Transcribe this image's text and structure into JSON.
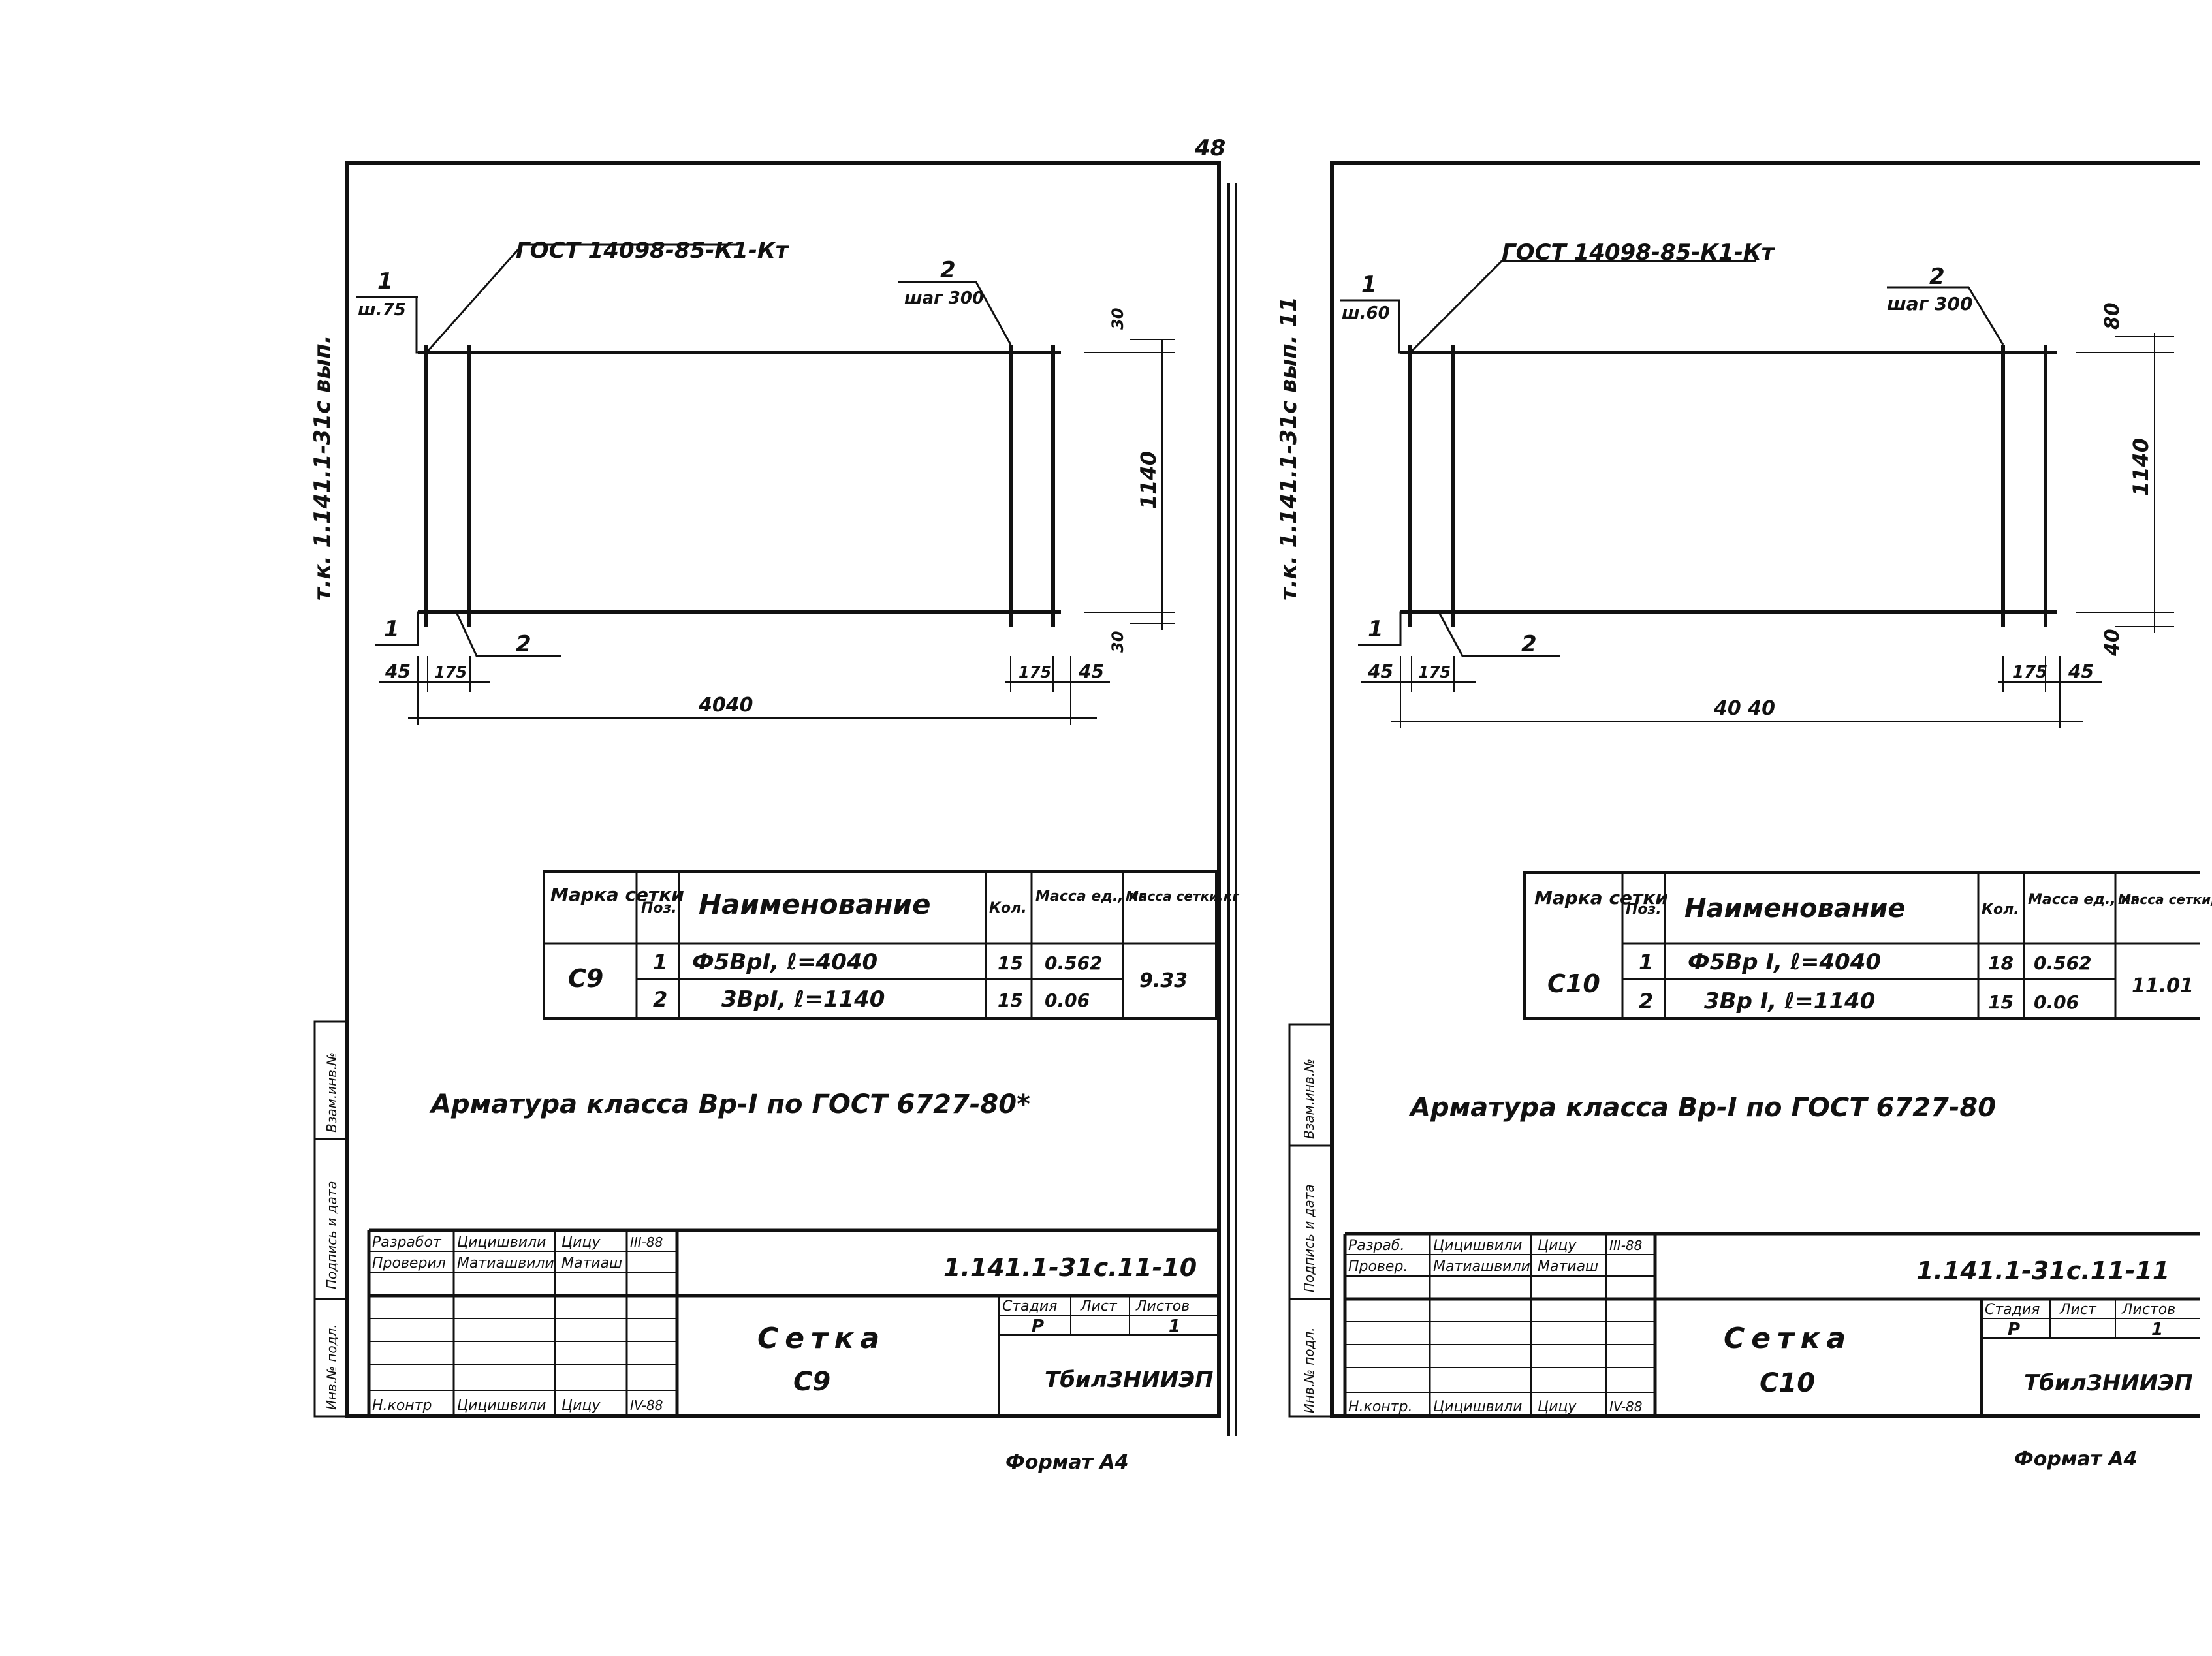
{
  "page_number": "48",
  "format_label": "Формат А4",
  "sheets": [
    {
      "side_code": "т.к. 1.141.1-31с вып.",
      "gost_callout": "ГОСТ 14098-85-К1-Кт",
      "pos1": "1",
      "pos1_pitch": "ш.75",
      "pos2": "2",
      "pos2_pitch": "шаг 300",
      "dim_top": "30",
      "dim_height": "1140",
      "dim_bottom": "30",
      "dim_left_45": "45",
      "dim_left_175": "175",
      "dim_right_175": "175",
      "dim_right_45": "45",
      "dim_length": "4040",
      "table": {
        "headers": [
          "Марка сетки",
          "Поз.",
          "Наименование",
          "Кол.",
          "Масса ед., кг",
          "Масса сетки,кг"
        ],
        "mark": "С9",
        "rows": [
          {
            "pos": "1",
            "name": "Ф5ВрI,   ℓ=4040",
            "qty": "15",
            "mass": "0.562"
          },
          {
            "pos": "2",
            "name": "3ВрI,   ℓ=1140",
            "qty": "15",
            "mass": "0.06"
          }
        ],
        "total": "9.33"
      },
      "note": "Арматура   класса   Вр-I  по  ГОСТ  6727-80*",
      "stamp": {
        "side_labels": [
          "Взам.инв.№",
          "Подпись и дата",
          "Инв.№ подл."
        ],
        "rows": [
          {
            "role": "Разработ",
            "name": "Цицишвили",
            "sign": "Цицу",
            "date": "III-88"
          },
          {
            "role": "Проверил",
            "name": "Матиашвили",
            "sign": "Матиаш",
            "date": ""
          },
          {
            "role": "Н.контр",
            "name": "Цицишвили",
            "sign": "Цицу",
            "date": "IV-88"
          }
        ],
        "code": "1.141.1-31с.11-10",
        "title": "Сетка",
        "subtitle": "С9",
        "stage_label": "Стадия",
        "sheet_label": "Лист",
        "sheets_label": "Листов",
        "stage": "Р",
        "sheet": "",
        "sheets": "1",
        "org": "ТбилЗНИИЭП"
      }
    },
    {
      "side_code": "т.к. 1.141.1-31с вып. 11",
      "gost_callout": "ГОСТ 14098-85-К1-Кт",
      "pos1": "1",
      "pos1_pitch": "ш.60",
      "pos2": "2",
      "pos2_pitch": "шаг 300",
      "dim_top": "80",
      "dim_height": "1140",
      "dim_bottom": "40",
      "dim_left_45": "45",
      "dim_left_175": "175",
      "dim_right_175": "175",
      "dim_right_45": "45",
      "dim_length": "40 40",
      "table": {
        "headers": [
          "Марка сетки",
          "Поз.",
          "Наименование",
          "Кол.",
          "Масса ед., кг",
          "Масса сетки, кг"
        ],
        "mark": "С10",
        "rows": [
          {
            "pos": "1",
            "name": "Ф5Вр I,   ℓ=4040",
            "qty": "18",
            "mass": "0.562"
          },
          {
            "pos": "2",
            "name": "3Вр I,   ℓ=1140",
            "qty": "15",
            "mass": "0.06"
          }
        ],
        "total": "11.01"
      },
      "note": "Арматура   класса   Вр-I  по  ГОСТ  6727-80",
      "stamp": {
        "side_labels": [
          "Взам.инв.№",
          "Подпись и дата",
          "Инв.№ подл."
        ],
        "rows": [
          {
            "role": "Разраб.",
            "name": "Цицишвили",
            "sign": "Цицу",
            "date": "III-88"
          },
          {
            "role": "Провер.",
            "name": "Матиашвили",
            "sign": "Матиаш",
            "date": ""
          },
          {
            "role": "Н.контр.",
            "name": "Цицишвили",
            "sign": "Цицу",
            "date": "IV-88"
          }
        ],
        "code": "1.141.1-31с.11-11",
        "title": "Сетка",
        "subtitle": "С10",
        "stage_label": "Стадия",
        "sheet_label": "Лист",
        "sheets_label": "Листов",
        "stage": "Р",
        "sheet": "",
        "sheets": "1",
        "org": "ТбилЗНИИЭП"
      }
    }
  ]
}
